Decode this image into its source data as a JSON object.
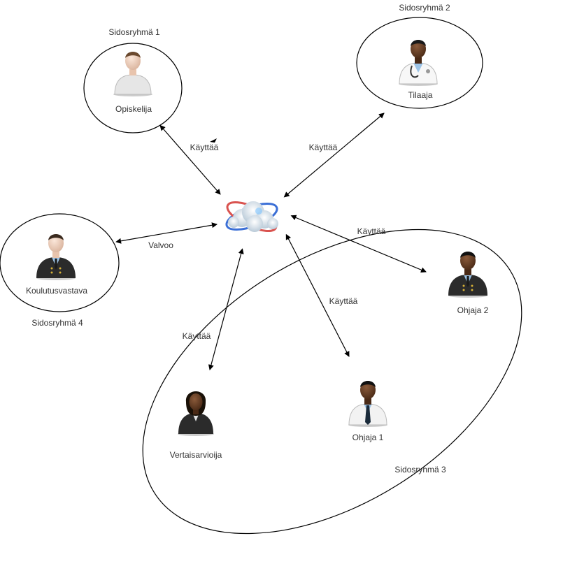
{
  "groups": {
    "g1": "Sidosryhmä 1",
    "g2": "Sidosryhmä 2",
    "g3": "Sidosryhmä 3",
    "g4": "Sidosryhmä 4"
  },
  "actors": {
    "opiskelija": "Opiskelija",
    "tilaaja": "Tilaaja",
    "koulutusvastava": "Koulutusvastava",
    "ohjaja2": "Ohjaja 2",
    "ohjaja1": "Ohjaja 1",
    "vertaisarvioija": "Vertaisarvioija"
  },
  "edges": {
    "opiskelija": "Käyttää",
    "tilaaja": "Käyttää",
    "koulutusvastava": "Valvoo",
    "ohjaja2": "Käyttää",
    "ohjaja1": "Käyttää",
    "vertaisarvioija": "Käyttää"
  },
  "colors": {
    "line": "#000000",
    "text": "#333333",
    "suit": "#2b2b2b",
    "skin_light": "#f2d6c4",
    "skin_dark": "#6b4226",
    "coat": "#ffffff",
    "ring_blue": "#3b6fd6",
    "ring_red": "#d9534f",
    "cloud": "#dfe8f0"
  },
  "icons": {
    "system": "globe-cloud-icon",
    "opiskelija": "student-icon",
    "tilaaja": "doctor-icon",
    "koulutusvastava": "officer-icon",
    "ohjaja2": "officer-icon",
    "ohjaja1": "businessman-icon",
    "vertaisarvioija": "businesswoman-icon"
  }
}
